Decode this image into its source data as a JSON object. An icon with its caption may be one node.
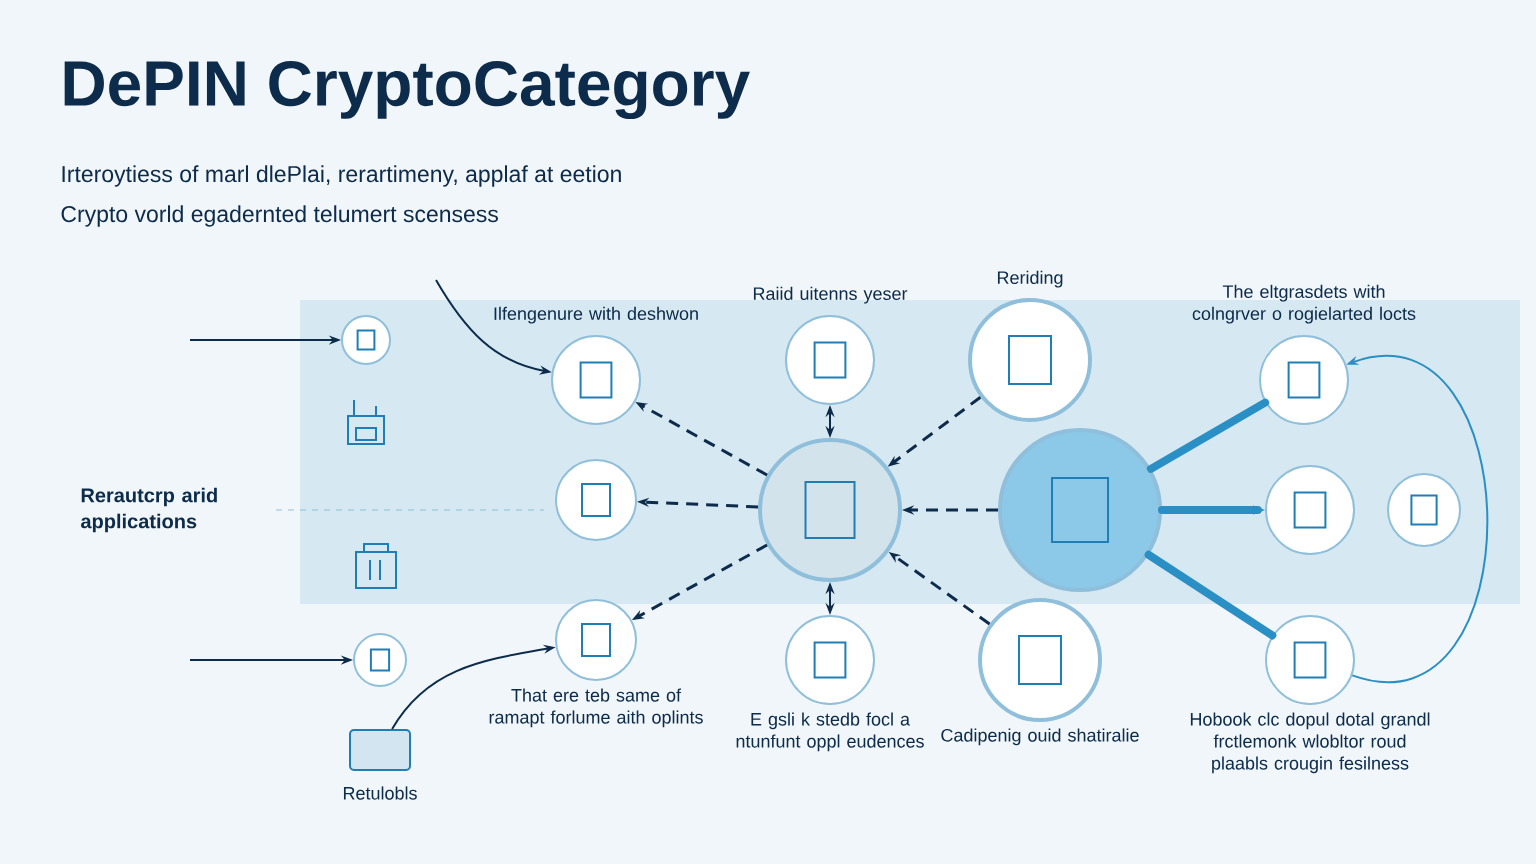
{
  "diagram": {
    "title": "DePIN CryptoCategory",
    "nodes": [
      {
        "text": [],
        "shape": "circle"
      },
      {
        "text": [],
        "shape": "circle"
      },
      {
        "text": [
          "Retulobls"
        ]
      },
      {
        "text": [
          "Ilfengenure with deshwon"
        ]
      },
      {
        "text": [],
        "shape": "circle"
      },
      {
        "text": [
          "That ere teb same of ramapt forlume aith oplints"
        ]
      },
      {
        "text": [
          "Raiid uitenns yeser"
        ]
      },
      {
        "text": [],
        "shape": "circle"
      },
      {
        "text": [
          "E gsli k stedb focl a ntunfunt oppl eudences"
        ]
      },
      {
        "text": [
          "Reriding"
        ]
      },
      {
        "text": [],
        "shape": "circle"
      },
      {
        "text": [
          "Cadipenig ouid shatiralie"
        ]
      },
      {
        "text": [
          "The eltgrasdets with colngrver o rogielarted locts"
        ]
      },
      {
        "text": [],
        "shape": "circle"
      },
      {
        "text": [
          "Hobook clc dopul dotal grandl frctlemonk wlobltor roud plaabls crougin fesilness"
        ]
      },
      {
        "text": [],
        "shape": "circle"
      }
    ],
    "edges": [
      {
        "from": null,
        "to": 0,
        "arrow": "to"
      },
      {
        "from": null,
        "to": 3,
        "arrow": "to"
      },
      {
        "from": null,
        "to": 1,
        "arrow": "to"
      },
      {
        "from": 2,
        "to": 5,
        "arrow": "to"
      },
      {
        "from": 7,
        "to": 3,
        "arrow": "to",
        "style": "dashed"
      },
      {
        "from": 7,
        "to": 4,
        "arrow": "to",
        "style": "dashed"
      },
      {
        "from": 7,
        "to": 5,
        "arrow": "to",
        "style": "dashed"
      },
      {
        "from": 6,
        "to": 7,
        "arrow": "both"
      },
      {
        "from": 7,
        "to": 8,
        "arrow": "both"
      },
      {
        "from": 9,
        "to": 7,
        "arrow": "to",
        "style": "dashed"
      },
      {
        "from": 10,
        "to": 7,
        "arrow": "to",
        "style": "dashed"
      },
      {
        "from": 11,
        "to": 7,
        "arrow": "to",
        "style": "dashed"
      },
      {
        "from": 10,
        "to": 12,
        "arrow": "none",
        "style": "thick",
        "color": "#2a8fc4"
      },
      {
        "from": 10,
        "to": 13,
        "arrow": "to",
        "style": "thick",
        "color": "#2a8fc4"
      },
      {
        "from": 10,
        "to": 14,
        "arrow": "none",
        "style": "thick",
        "color": "#2a8fc4"
      },
      {
        "from": 14,
        "to": 12,
        "arrow": "to",
        "color": "#2a8fc4"
      }
    ],
    "labels": [
      "Irteroytiess of marl dlePlai, rerartimeny, applaf at eetion",
      "Crypto vorld egadernted telumert scensess",
      "Rerautcrp arid applications"
    ]
  }
}
